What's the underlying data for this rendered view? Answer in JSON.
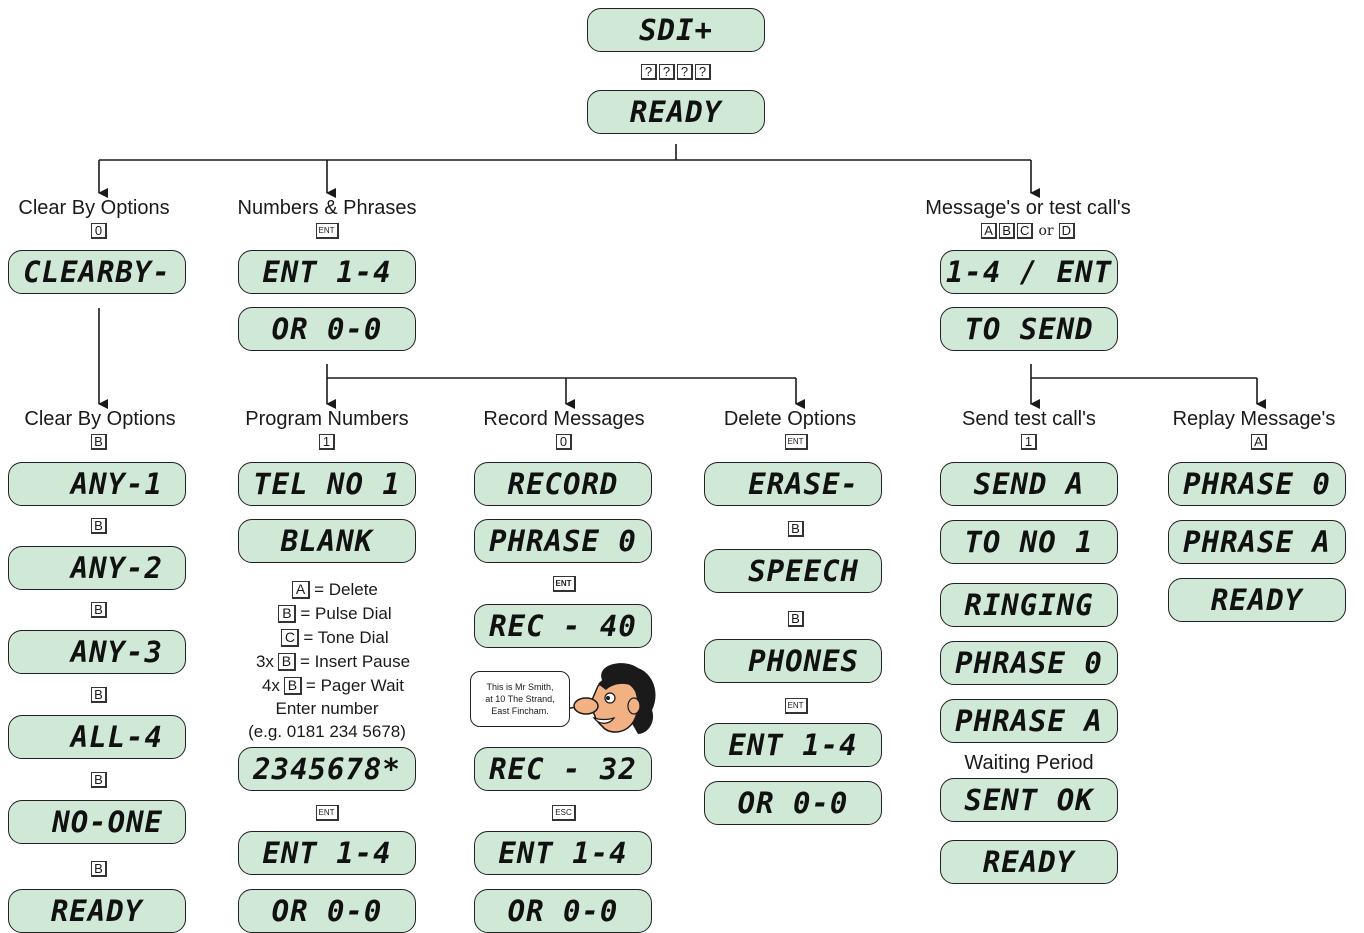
{
  "top": {
    "display1": "SDI+",
    "keys": [
      "?",
      "?",
      "?",
      "?"
    ],
    "display2": "READY"
  },
  "col_clear": {
    "heading": "Clear By Options",
    "key": "0",
    "display": "CLEARBY-",
    "sub_heading": "Clear By Options",
    "steps": [
      {
        "key": "B",
        "display": "ANY-1"
      },
      {
        "key": "B",
        "display": "ANY-2"
      },
      {
        "key": "B",
        "display": "ANY-3"
      },
      {
        "key": "B",
        "display": "ALL-4"
      },
      {
        "key": "B",
        "display": "NO-ONE"
      },
      {
        "key": "B",
        "display": "READY"
      }
    ]
  },
  "col_numbers": {
    "heading": "Numbers & Phrases",
    "key": "ENT",
    "display1": "ENT 1-4",
    "display2": "OR 0-0"
  },
  "col_program": {
    "heading": "Program Numbers",
    "key": "1",
    "display1": "TEL NO 1",
    "display2": "BLANK",
    "legend": [
      {
        "prefix": "",
        "key": "A",
        "text": "= Delete"
      },
      {
        "prefix": "",
        "key": "B",
        "text": "= Pulse Dial"
      },
      {
        "prefix": "",
        "key": "C",
        "text": "= Tone Dial"
      },
      {
        "prefix": "3x",
        "key": "B",
        "text": "= Insert Pause"
      },
      {
        "prefix": "4x",
        "key": "B",
        "text": "= Pager Wait"
      }
    ],
    "enter_line1": "Enter number",
    "enter_line2": "(e.g. 0181 234 5678)",
    "display3": "2345678*",
    "key2": "ENT",
    "display4": "ENT 1-4",
    "display5": "OR 0-0"
  },
  "col_record": {
    "heading": "Record Messages",
    "key": "0",
    "display1": "RECORD",
    "display2": "PHRASE 0",
    "key2": "ENT",
    "display3": "REC - 40",
    "bubble": [
      "This is Mr Smith,",
      "at 10 The Strand,",
      "East Fincham."
    ],
    "display4": "REC - 32",
    "key3": "ESC",
    "display5": "ENT 1-4",
    "display6": "OR 0-0"
  },
  "col_delete": {
    "heading": "Delete Options",
    "key": "ENT",
    "display1": "ERASE-",
    "key2": "B",
    "display2": "SPEECH",
    "key3": "B",
    "display3": "PHONES",
    "key4": "ENT",
    "display4": "ENT 1-4",
    "display5": "OR 0-0"
  },
  "col_message": {
    "heading": "Message's or test call's",
    "keys": [
      "A",
      "B",
      "C"
    ],
    "or_word": "or",
    "key_last": "D",
    "display1": "1-4 / ENT",
    "display2": "TO SEND"
  },
  "col_send": {
    "heading": "Send test call's",
    "key": "1",
    "displays": [
      "SEND A",
      "TO NO 1",
      "RINGING",
      "PHRASE 0",
      "PHRASE A"
    ],
    "waiting": "Waiting Period",
    "display_sent": "SENT OK",
    "display_ready": "READY"
  },
  "col_replay": {
    "heading": "Replay Message's",
    "key": "A",
    "displays": [
      "PHRASE 0",
      "PHRASE A",
      "READY"
    ]
  },
  "colors": {
    "lcd_fill": "#cfe9d6",
    "line": "#1a1a1a"
  }
}
